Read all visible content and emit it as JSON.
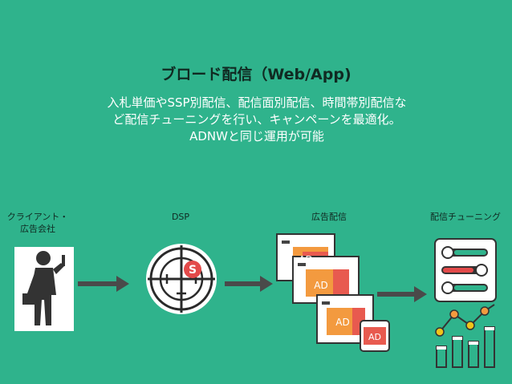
{
  "slide": {
    "title": "ブロード配信（Web/App)",
    "description": {
      "line1": "入札単価やSSP別配信、配信面別配信、時間帯別配信な",
      "line2": "ど配信チューニングを行い、キャンペーンを最適化。",
      "line3": "ADNWと同じ運用が可能"
    }
  },
  "flow": {
    "client": {
      "label_line1": "クライアント・",
      "label_line2": "広告会社",
      "icon": "businessman-icon"
    },
    "dsp": {
      "label": "DSP",
      "icon": "crosshair-target-icon",
      "badge_letter": "S"
    },
    "ads": {
      "label": "広告配信",
      "icon": "ad-windows-icon",
      "ad_text": "AD"
    },
    "tuning": {
      "label": "配信チューニング",
      "icon": "tuning-dashboard-icon"
    }
  },
  "colors": {
    "background": "#2fb38c",
    "arrow": "#4a4a4a",
    "ad_window_orange": "#f39a3f",
    "ad_window_red": "#e85a4f",
    "dsp_badge": "#e34a4a"
  }
}
